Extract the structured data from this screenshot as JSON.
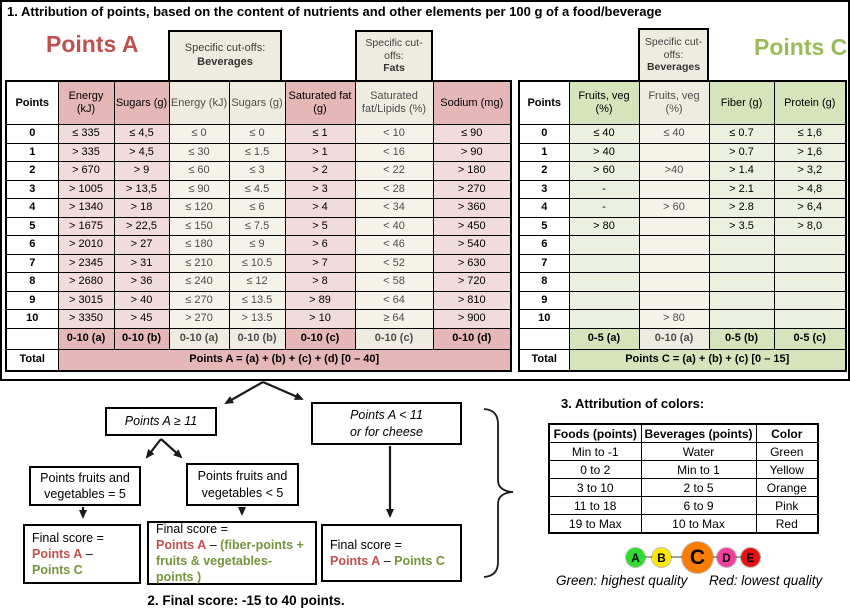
{
  "title": "1. Attribution of points, based on the content of nutrients and other elements per 100 g of a food/beverage",
  "points_a": {
    "label": "Points A",
    "cutoff_beverages": {
      "prefix": "Specific cut-offs:",
      "bold": "Beverages"
    },
    "cutoff_fats": {
      "prefix": "Specific cut-offs:",
      "bold": "Fats"
    },
    "headers": [
      "Points",
      "Energy (kJ)",
      "Sugars (g)",
      "Energy (kJ)",
      "Sugars (g)",
      "Saturated fat (g)",
      "Saturated fat/Lipids (%)",
      "Sodium (mg)"
    ],
    "rows": [
      [
        "0",
        "≤ 335",
        "≤ 4,5",
        "≤ 0",
        "≤ 0",
        "≤ 1",
        "< 10",
        "≤ 90"
      ],
      [
        "1",
        "> 335",
        "> 4,5",
        "≤ 30",
        "≤ 1.5",
        "> 1",
        "< 16",
        "> 90"
      ],
      [
        "2",
        "> 670",
        "> 9",
        "≤ 60",
        "≤ 3",
        "> 2",
        "< 22",
        "> 180"
      ],
      [
        "3",
        "> 1005",
        "> 13,5",
        "≤ 90",
        "≤ 4.5",
        "> 3",
        "< 28",
        "> 270"
      ],
      [
        "4",
        "> 1340",
        "> 18",
        "≤ 120",
        "≤ 6",
        "> 4",
        "< 34",
        "> 360"
      ],
      [
        "5",
        "> 1675",
        "> 22,5",
        "≤ 150",
        "≤ 7.5",
        "> 5",
        "< 40",
        "> 450"
      ],
      [
        "6",
        "> 2010",
        "> 27",
        "≤ 180",
        "≤ 9",
        "> 6",
        "< 46",
        "> 540"
      ],
      [
        "7",
        "> 2345",
        "> 31",
        "≤ 210",
        "≤ 10.5",
        "> 7",
        "< 52",
        "> 630"
      ],
      [
        "8",
        "> 2680",
        "> 36",
        "≤ 240",
        "≤ 12",
        "> 8",
        "< 58",
        "> 720"
      ],
      [
        "9",
        "> 3015",
        "> 40",
        "≤ 270",
        "≤ 13.5",
        "> 89",
        "< 64",
        "> 810"
      ],
      [
        "10",
        "> 3350",
        "> 45",
        "> 270",
        "> 13.5",
        "> 10",
        "≥ 64",
        "> 900"
      ]
    ],
    "subtotal_row": [
      "",
      "0-10 (a)",
      "0-10 (b)",
      "0-10 (a)",
      "0-10 (b)",
      "0-10 (c)",
      "0-10 (c)",
      "0-10 (d)"
    ],
    "total_label": "Total",
    "total_formula": "Points A = (a) + (b) + (c) + (d) [0 – 40]"
  },
  "points_c": {
    "label": "Points C",
    "cutoff_beverages": {
      "prefix": "Specific cut-offs:",
      "bold": "Beverages"
    },
    "headers": [
      "Points",
      "Fruits, veg (%)",
      "Fruits, veg (%)",
      "Fiber (g)",
      "Protein (g)"
    ],
    "rows": [
      [
        "0",
        "≤ 40",
        "≤ 40",
        "≤ 0.7",
        "≤ 1,6"
      ],
      [
        "1",
        "> 40",
        "",
        "> 0.7",
        "> 1,6"
      ],
      [
        "2",
        "> 60",
        ">40",
        "> 1.4",
        "> 3,2"
      ],
      [
        "3",
        "-",
        "",
        "> 2.1",
        "> 4,8"
      ],
      [
        "4",
        "-",
        "> 60",
        "> 2.8",
        "> 6,4"
      ],
      [
        "5",
        "> 80",
        "",
        "> 3.5",
        "> 8,0"
      ],
      [
        "6",
        "",
        "",
        "",
        ""
      ],
      [
        "7",
        "",
        "",
        "",
        ""
      ],
      [
        "8",
        "",
        "",
        "",
        ""
      ],
      [
        "9",
        "",
        "",
        "",
        ""
      ],
      [
        "10",
        "",
        "> 80",
        "",
        ""
      ]
    ],
    "subtotal_row": [
      "",
      "0-5 (a)",
      "0-10 (a)",
      "0-5 (b)",
      "0-5 (c)"
    ],
    "total_label": "Total",
    "total_formula": "Points C = (a) + (b) + (c) [0 – 15]"
  },
  "flowchart": {
    "branch_ge": "Points A ≥ 11",
    "branch_lt": {
      "l1": "Points A < 11",
      "l2": "or for cheese"
    },
    "fv_eq_5": "Points fruits and vegetables = 5",
    "fv_lt_5": "Points  fruits and vegetables < 5",
    "final_left": {
      "l1": "Final score =",
      "a": "Points A",
      "minus": "–",
      "rest": "Points C"
    },
    "final_mid": {
      "l1": "Final score =",
      "a": "Points A",
      "minus": "–",
      "rest": "(fiber-points + fruits & vegetables- points )"
    },
    "final_right": {
      "l1": "Final score =",
      "a": "Points A",
      "minus": "–",
      "rest": "Points C"
    },
    "caption": "2. Final score: -15 to 40 points."
  },
  "colors_section": {
    "heading": "3. Attribution of colors:",
    "headers": [
      "Foods (points)",
      "Beverages (points)",
      "Color"
    ],
    "rows": [
      [
        "Min to -1",
        "Water",
        "Green"
      ],
      [
        "0 to 2",
        "Min to 1",
        "Yellow"
      ],
      [
        "3 to 10",
        "2 to 5",
        "Orange"
      ],
      [
        "11 to 18",
        "6 to 9",
        "Pink"
      ],
      [
        "19 to Max",
        "10 to Max",
        "Red"
      ]
    ],
    "badges": [
      {
        "letter": "A",
        "color": "#2edc2e"
      },
      {
        "letter": "B",
        "color": "#ffe800"
      },
      {
        "letter": "C",
        "color": "#f97d00"
      },
      {
        "letter": "D",
        "color": "#f43f9f"
      },
      {
        "letter": "E",
        "color": "#e81010"
      }
    ],
    "caption_green": "Green: highest quality",
    "caption_red": "Red: lowest  quality"
  },
  "accents": {
    "points_a_red": "#c0504d",
    "points_c_green": "#9bbb59",
    "formula_green": "#77933c"
  }
}
